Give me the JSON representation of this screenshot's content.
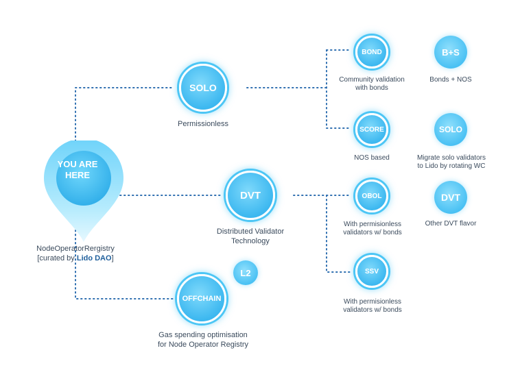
{
  "pin": {
    "line1": "YOU ARE",
    "line2": "HERE"
  },
  "registry": {
    "line1": "NodeOperatorRergistry",
    "prefix": "[curated by ",
    "highlight": "Lido DAO",
    "suffix": "]"
  },
  "solo": {
    "title": "SOLO",
    "caption": "Permissionless"
  },
  "dvt": {
    "title": "DVT",
    "caption1": "Distributed Validator",
    "caption2": "Technology"
  },
  "offchain": {
    "title": "OFFCHAIN",
    "badge": "L2",
    "caption1": "Gas spending optimisation",
    "caption2": "for Node Operator Registry"
  },
  "bond": {
    "title": "BOND",
    "caption1": "Community validation",
    "caption2": "with bonds"
  },
  "bs": {
    "title": "B+S",
    "caption1": "Bonds + NOS"
  },
  "score": {
    "title": "SCORE",
    "caption1": "NOS based"
  },
  "solo2": {
    "title": "SOLO",
    "caption1": "Migrate solo validators",
    "caption2": "to Lido by rotating WC"
  },
  "obol": {
    "title": "OBOL",
    "caption1": "With permisionless",
    "caption2": "validators w/ bonds"
  },
  "dvt2": {
    "title": "DVT",
    "caption1": "Other DVT flavor"
  },
  "ssv": {
    "title": "SSV",
    "caption1": "With permisionless",
    "caption2": "validators w/ bonds"
  },
  "colors": {
    "accent": "#4cc6f5",
    "dots": "#2f6fb0",
    "text": "#3a4a5c"
  }
}
